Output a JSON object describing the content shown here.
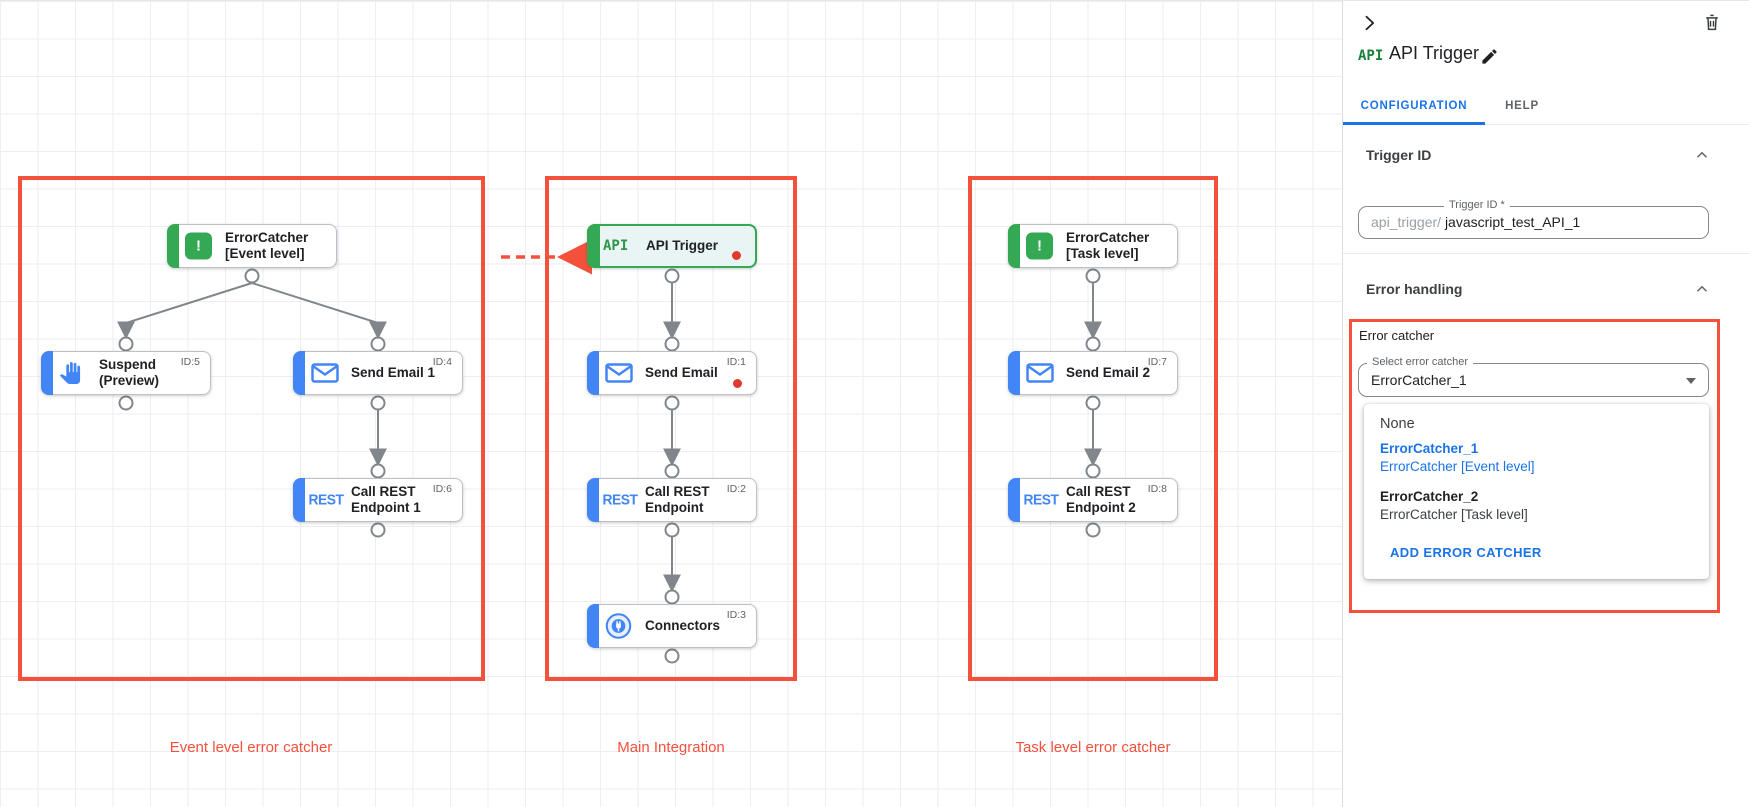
{
  "canvas": {
    "glyphs": {
      "api": "API",
      "rest": "REST",
      "error_mark": "!"
    },
    "groups": [
      {
        "label": "Event level error catcher"
      },
      {
        "label": "Main Integration"
      },
      {
        "label": "Task level error catcher"
      }
    ],
    "nodes": [
      {
        "label1": "ErrorCatcher",
        "label2": "[Event level]",
        "id_tag": "",
        "icon": "error-catcher"
      },
      {
        "label1": "Suspend",
        "label2": "(Preview)",
        "id_tag": "ID:5",
        "icon": "hand"
      },
      {
        "label1": "Send Email 1",
        "label2": "",
        "id_tag": "ID:4",
        "icon": "email"
      },
      {
        "label1": "Call REST",
        "label2": "Endpoint 1",
        "id_tag": "ID:6",
        "icon": "rest"
      },
      {
        "label1": "API Trigger",
        "label2": "",
        "id_tag": "",
        "icon": "api"
      },
      {
        "label1": "Send Email",
        "label2": "",
        "id_tag": "ID:1",
        "icon": "email"
      },
      {
        "label1": "Call REST",
        "label2": "Endpoint",
        "id_tag": "ID:2",
        "icon": "rest"
      },
      {
        "label1": "Connectors",
        "label2": "",
        "id_tag": "ID:3",
        "icon": "connector"
      },
      {
        "label1": "ErrorCatcher",
        "label2": "[Task level]",
        "id_tag": "",
        "icon": "error-catcher"
      },
      {
        "label1": "Send Email 2",
        "label2": "",
        "id_tag": "ID:7",
        "icon": "email"
      },
      {
        "label1": "Call REST",
        "label2": "Endpoint 2",
        "id_tag": "ID:8",
        "icon": "rest"
      }
    ]
  },
  "panel": {
    "title": "API Trigger",
    "title_icon": "API",
    "tabs": [
      {
        "label": "CONFIGURATION"
      },
      {
        "label": "HELP"
      }
    ],
    "trigger_id": {
      "heading": "Trigger ID",
      "field_label": "Trigger ID *",
      "prefix": "api_trigger/",
      "value": "javascript_test_API_1"
    },
    "error_handling": {
      "heading": "Error handling",
      "group_label": "Error catcher",
      "select_label": "Select error catcher",
      "select_value": "ErrorCatcher_1",
      "menu": {
        "none": "None",
        "opt1_title": "ErrorCatcher_1",
        "opt1_sub": "ErrorCatcher [Event level]",
        "opt2_title": "ErrorCatcher_2",
        "opt2_sub": "ErrorCatcher [Task level]",
        "add_label": "ADD ERROR CATCHER"
      }
    }
  },
  "colors": {
    "box_red": "#f4513d",
    "task_blue": "#4285f4",
    "green": "#34a853",
    "link_blue": "#1a73e8"
  }
}
